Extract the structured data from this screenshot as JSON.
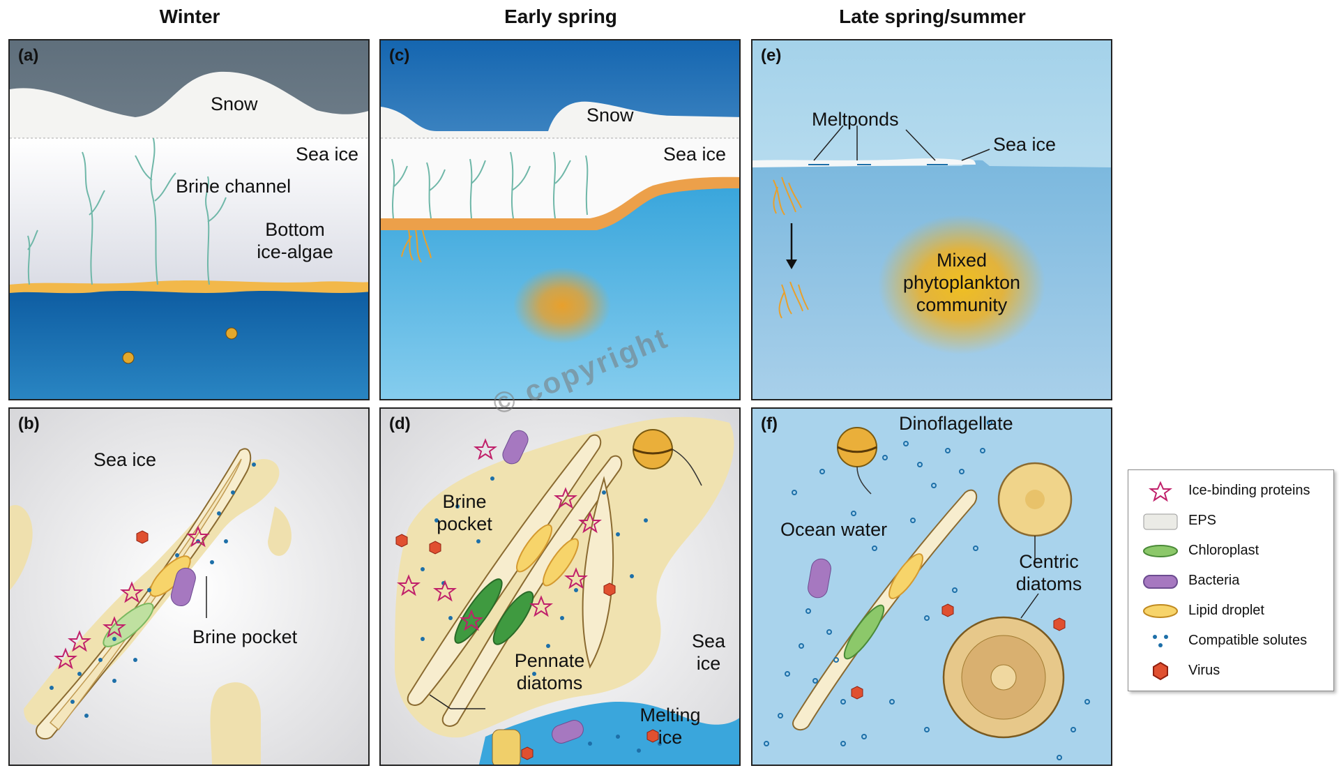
{
  "columns": {
    "winter": "Winter",
    "early_spring": "Early spring",
    "late_spring": "Late spring/summer"
  },
  "panels": {
    "a": {
      "label": "(a)",
      "snow": "Snow",
      "sea_ice": "Sea ice",
      "brine_channel": "Brine channel",
      "bottom_ice_algae_1": "Bottom",
      "bottom_ice_algae_2": "ice-algae"
    },
    "b": {
      "label": "(b)",
      "sea_ice": "Sea ice",
      "brine_pocket": "Brine pocket"
    },
    "c": {
      "label": "(c)",
      "snow": "Snow",
      "sea_ice": "Sea ice"
    },
    "d": {
      "label": "(d)",
      "brine_pocket_1": "Brine",
      "brine_pocket_2": "pocket",
      "sea_ice_1": "Sea",
      "sea_ice_2": "ice",
      "pennate_1": "Pennate",
      "pennate_2": "diatoms",
      "melting_1": "Melting",
      "melting_2": "ice"
    },
    "e": {
      "label": "(e)",
      "meltponds": "Meltponds",
      "sea_ice": "Sea ice",
      "mixed_1": "Mixed",
      "mixed_2": "phytoplankton",
      "mixed_3": "community"
    },
    "f": {
      "label": "(f)",
      "dinoflagellate": "Dinoflagellate",
      "ocean_water": "Ocean water",
      "centric_1": "Centric",
      "centric_2": "diatoms"
    }
  },
  "legend": {
    "items": [
      {
        "label": "Ice-binding proteins",
        "icon": "star-icon",
        "color": "#c0206a"
      },
      {
        "label": "EPS",
        "icon": "eps-icon",
        "color": "#e8e8e4"
      },
      {
        "label": "Chloroplast",
        "icon": "chloroplast-icon",
        "color": "#8cc86a"
      },
      {
        "label": "Bacteria",
        "icon": "bacteria-icon",
        "color": "#a678c0"
      },
      {
        "label": "Lipid droplet",
        "icon": "lipid-icon",
        "color": "#f7d46a"
      },
      {
        "label": "Compatible solutes",
        "icon": "solute-icon",
        "color": "#1d6fa8"
      },
      {
        "label": "Virus",
        "icon": "virus-icon",
        "color": "#d24a2a"
      }
    ]
  },
  "watermark": "© copyright",
  "colors": {
    "ocean_dark": "#0f5fa3",
    "ocean_light": "#4fb2e2",
    "brine": "#f0e2b0",
    "algae": "#e8a22c",
    "snow": "#f2f2f0"
  }
}
